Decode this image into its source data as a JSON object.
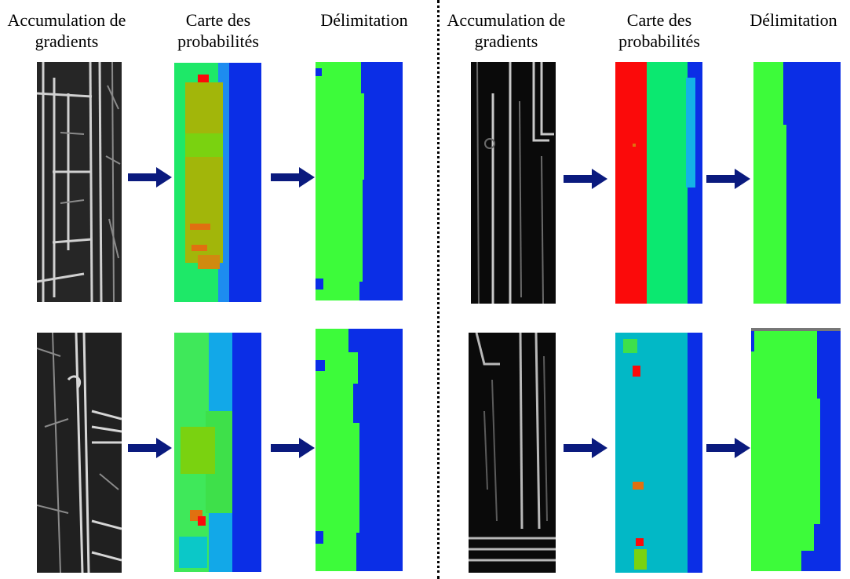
{
  "headers": {
    "gradients_line1": "Accumulation de",
    "gradients_line2": "gradients",
    "probabilities_line1": "Carte des",
    "probabilities_line2": "probabilités",
    "delimitation": "Délimitation"
  },
  "colors": {
    "arrow": "#0a1a7e",
    "blue": "#0b2ee6",
    "green": "#3dfb3a",
    "cyan": "#02b8c6",
    "teal_green": "#0be870",
    "red": "#fb0a0a",
    "orange": "#e07010",
    "olive": "#a2b60a",
    "yellowgreen": "#7ad210",
    "dark": "#0a0a0a",
    "grey": "#777777"
  }
}
